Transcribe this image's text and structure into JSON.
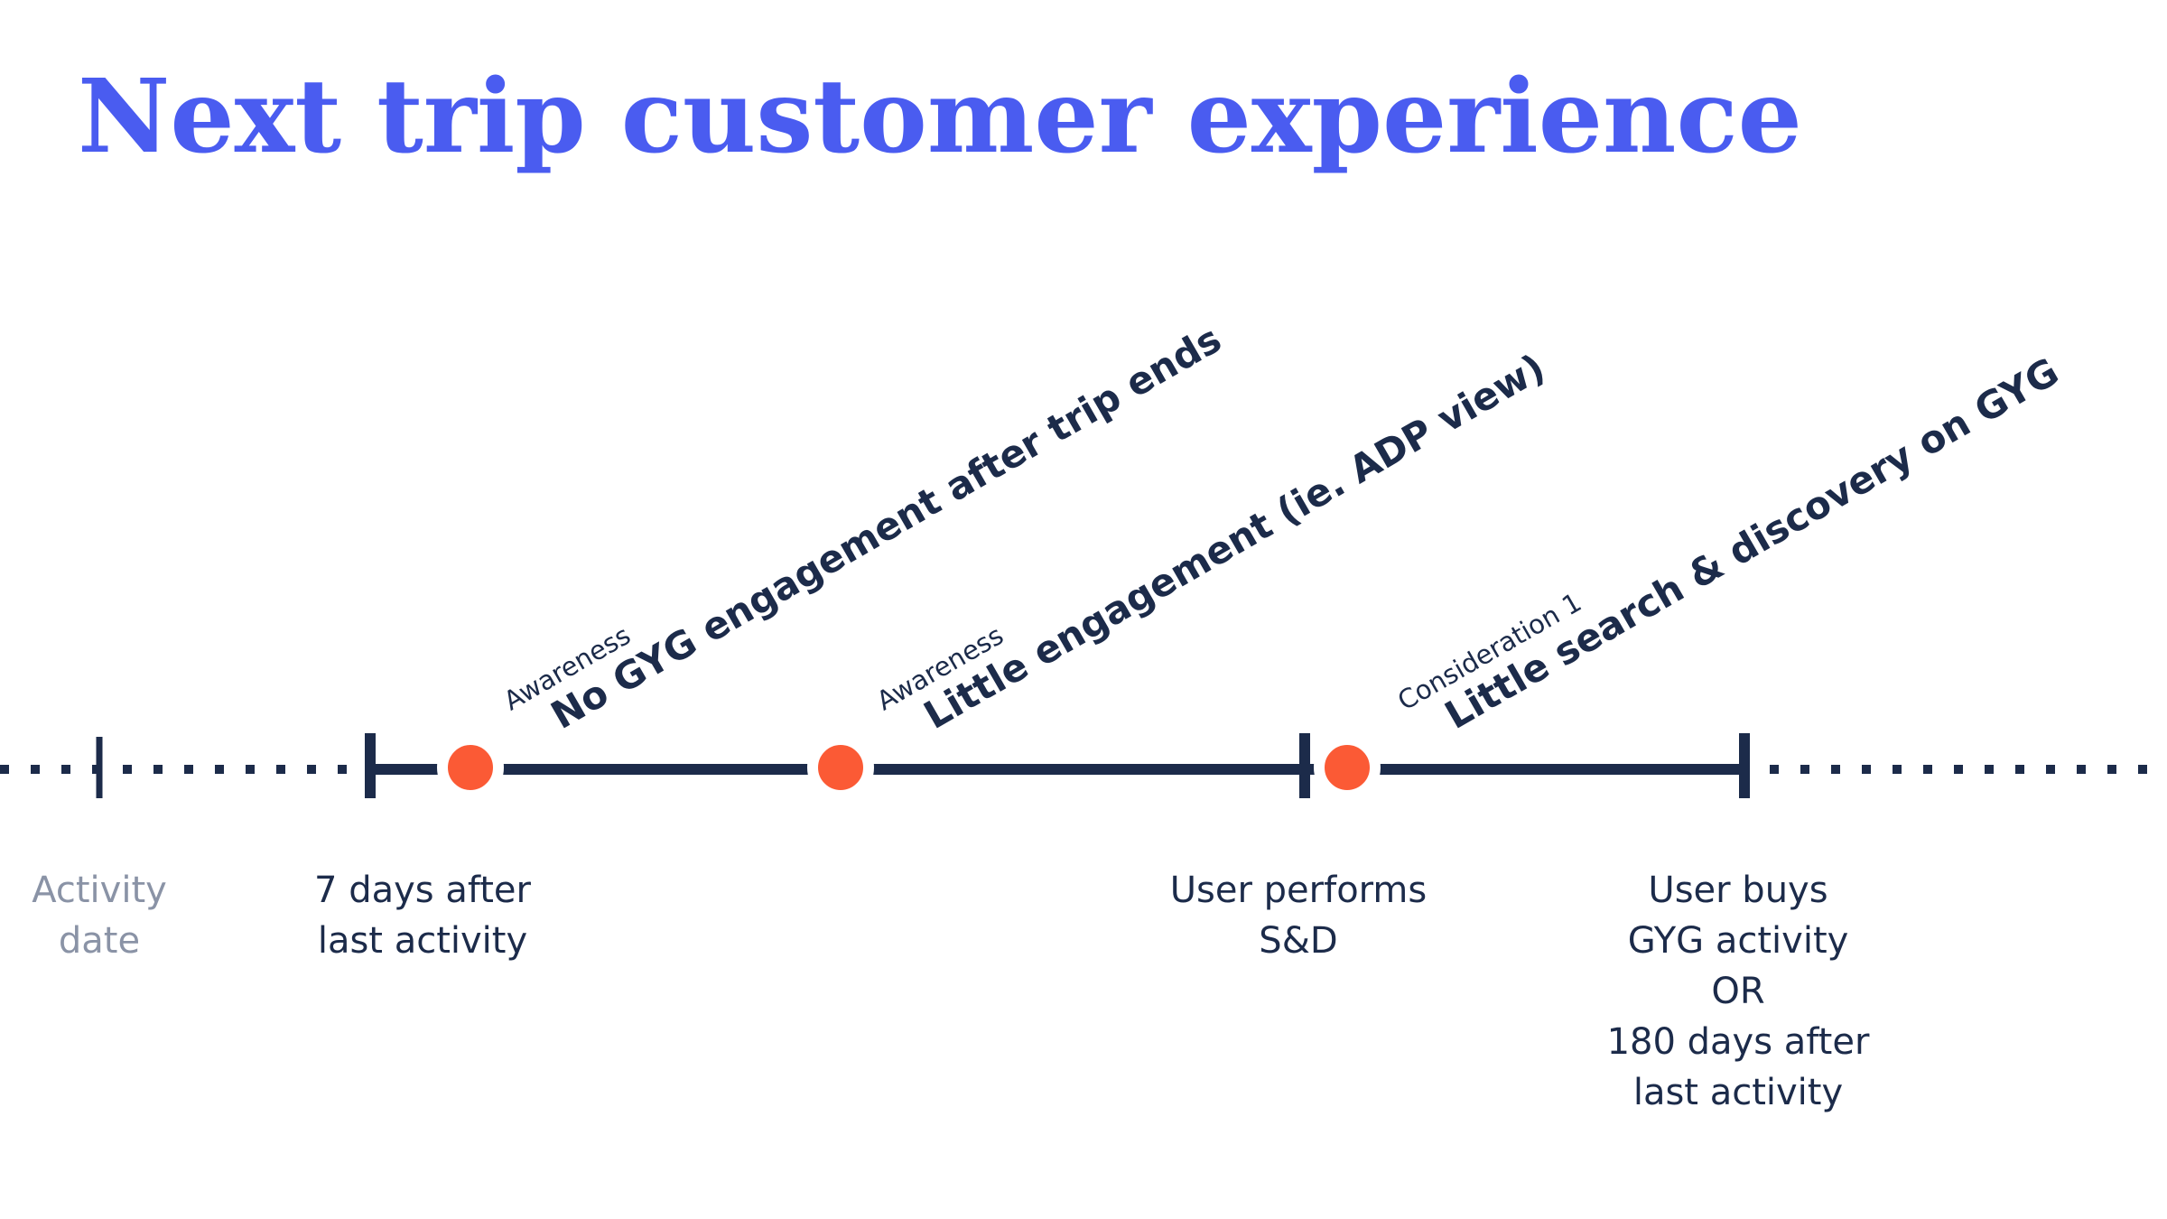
{
  "title": "Next trip customer experience",
  "colors": {
    "title": "#4a5cf0",
    "line": "#1c2b4a",
    "dot": "#fb5a35",
    "muted_text": "#8a93a6"
  },
  "milestones": [
    {
      "id": "activity-date",
      "label": "Activity\ndate",
      "muted": true
    },
    {
      "id": "7-days",
      "label": "7 days after\nlast activity",
      "muted": false
    },
    {
      "id": "user-sd",
      "label": "User performs\nS&D",
      "muted": false
    },
    {
      "id": "user-buys",
      "label": "User buys\nGYG activity\nOR\n180 days after\nlast activity",
      "muted": false
    }
  ],
  "stages": [
    {
      "id": "no-engagement",
      "kicker": "Awareness",
      "text": "No GYG engagement after trip ends"
    },
    {
      "id": "little-engagement",
      "kicker": "Awareness",
      "text": "Little engagement (ie. ADP view)"
    },
    {
      "id": "little-search",
      "kicker": "Consideration 1",
      "text": "Little search & discovery on GYG"
    }
  ]
}
